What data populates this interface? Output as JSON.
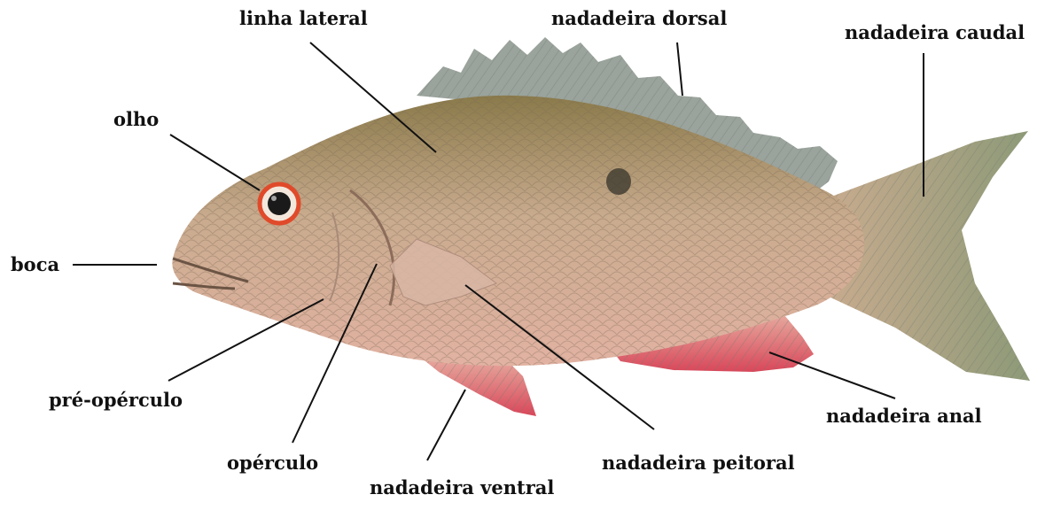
{
  "colors": {
    "body_top": "#8a7a4a",
    "body_mid": "#c9ab8e",
    "body_belly": "#e2b2a2",
    "fin_grey": "#9aa39c",
    "fin_red": "#d9475a",
    "tail_green": "#8d9a78",
    "eye_ring": "#e04a2a",
    "leader_line": "#111111"
  },
  "labels": {
    "linha_lateral": "linha lateral",
    "nadadeira_dorsal": "nadadeira dorsal",
    "nadadeira_caudal": "nadadeira caudal",
    "olho": "olho",
    "boca": "boca",
    "pre_operculo": "pré-opérculo",
    "operculo": "opérculo",
    "nadadeira_ventral": "nadadeira ventral",
    "nadadeira_peitoral": "nadadeira peitoral",
    "nadadeira_anal": "nadadeira anal"
  }
}
